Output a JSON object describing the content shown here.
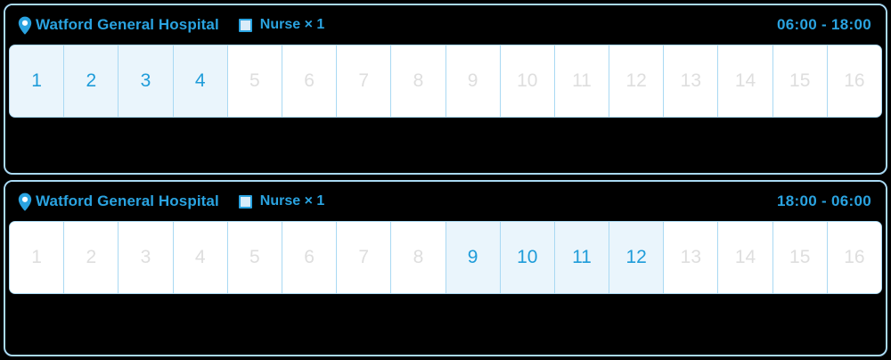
{
  "panels": [
    {
      "id": "day-shift",
      "location_icon": "map-pin-icon",
      "site_name": "Watford General Hospital",
      "checkbox_state": "unchecked",
      "role_label": "Nurse × 1",
      "time_range": "06:00 - 18:00",
      "slots": [
        {
          "label": "1",
          "selected": true
        },
        {
          "label": "2",
          "selected": true
        },
        {
          "label": "3",
          "selected": true
        },
        {
          "label": "4",
          "selected": true
        },
        {
          "label": "5",
          "selected": false
        },
        {
          "label": "6",
          "selected": false
        },
        {
          "label": "7",
          "selected": false
        },
        {
          "label": "8",
          "selected": false
        },
        {
          "label": "9",
          "selected": false
        },
        {
          "label": "10",
          "selected": false
        },
        {
          "label": "11",
          "selected": false
        },
        {
          "label": "12",
          "selected": false
        },
        {
          "label": "13",
          "selected": false
        },
        {
          "label": "14",
          "selected": false
        },
        {
          "label": "15",
          "selected": false
        },
        {
          "label": "16",
          "selected": false
        }
      ]
    },
    {
      "id": "night-shift",
      "location_icon": "map-pin-icon",
      "site_name": "Watford General Hospital",
      "checkbox_state": "unchecked",
      "role_label": "Nurse × 1",
      "time_range": "18:00 - 06:00",
      "slots": [
        {
          "label": "1",
          "selected": false
        },
        {
          "label": "2",
          "selected": false
        },
        {
          "label": "3",
          "selected": false
        },
        {
          "label": "4",
          "selected": false
        },
        {
          "label": "5",
          "selected": false
        },
        {
          "label": "6",
          "selected": false
        },
        {
          "label": "7",
          "selected": false
        },
        {
          "label": "8",
          "selected": false
        },
        {
          "label": "9",
          "selected": true
        },
        {
          "label": "10",
          "selected": true
        },
        {
          "label": "11",
          "selected": true
        },
        {
          "label": "12",
          "selected": true
        },
        {
          "label": "13",
          "selected": false
        },
        {
          "label": "14",
          "selected": false
        },
        {
          "label": "15",
          "selected": false
        },
        {
          "label": "16",
          "selected": false
        }
      ]
    }
  ],
  "colors": {
    "accent": "#2aa3e0",
    "slot_selected_bg": "#eaf5fc",
    "slot_selected_text": "#1e9cd9",
    "slot_idle_text": "#dedede",
    "panel_border": "#a9d9f3",
    "background": "#000000"
  }
}
